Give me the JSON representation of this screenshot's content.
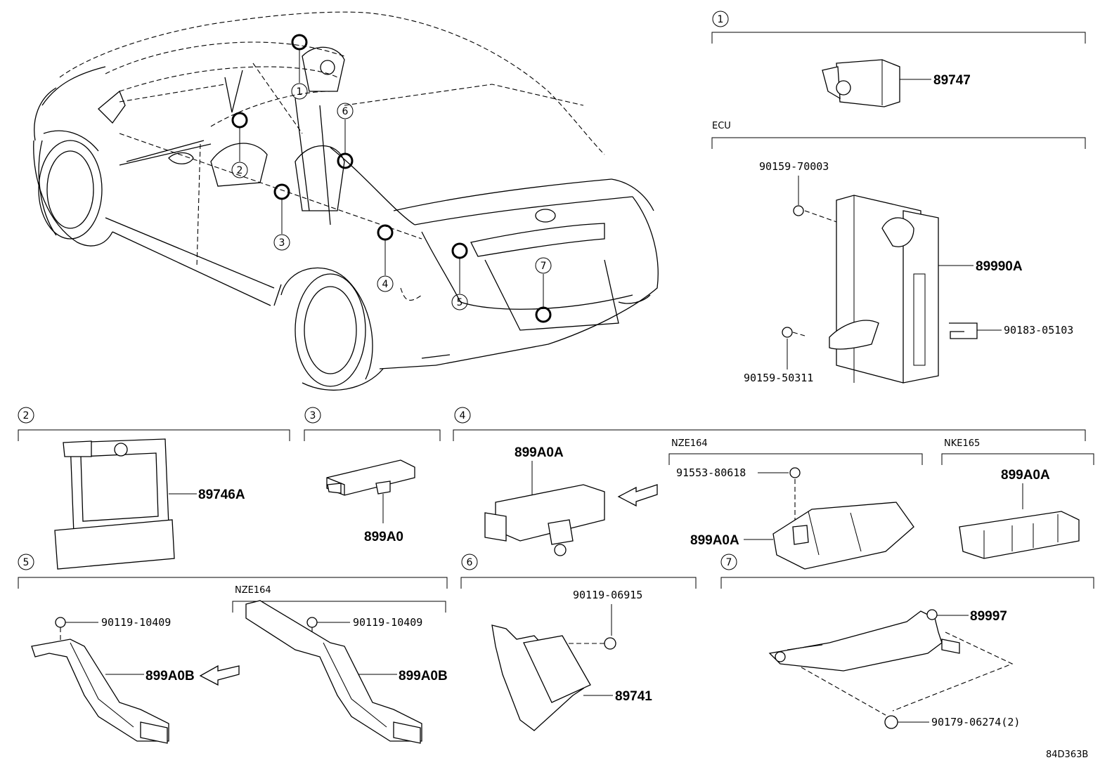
{
  "callouts": {
    "c1": "1",
    "c2": "2",
    "c3": "3",
    "c4": "4",
    "c5": "5",
    "c6": "6",
    "c7": "7"
  },
  "sections": {
    "s1": {
      "number": "1",
      "part": "89747"
    },
    "ecu": {
      "label": "ECU",
      "parts": {
        "bolt_top": "90159-70003",
        "main": "89990A",
        "clip": "90183-05103",
        "bolt_bottom": "90159-50311"
      }
    },
    "s2": {
      "number": "2",
      "part": "89746A"
    },
    "s3": {
      "number": "3",
      "part": "899A0"
    },
    "s4": {
      "number": "4",
      "part_main": "899A0A",
      "nze_label": "NZE164",
      "nze_bolt": "91553-80618",
      "nze_part": "899A0A",
      "nke_label": "NKE165",
      "nke_part": "899A0A"
    },
    "s5": {
      "number": "5",
      "bolt_left": "90119-10409",
      "part_left": "899A0B",
      "nze_label": "NZE164",
      "bolt_right": "90119-10409",
      "part_right": "899A0B"
    },
    "s6": {
      "number": "6",
      "bolt": "90119-06915",
      "part": "89741"
    },
    "s7": {
      "number": "7",
      "part": "89997",
      "clip": "90179-06274(2)"
    }
  },
  "figure_code": "84D363B"
}
